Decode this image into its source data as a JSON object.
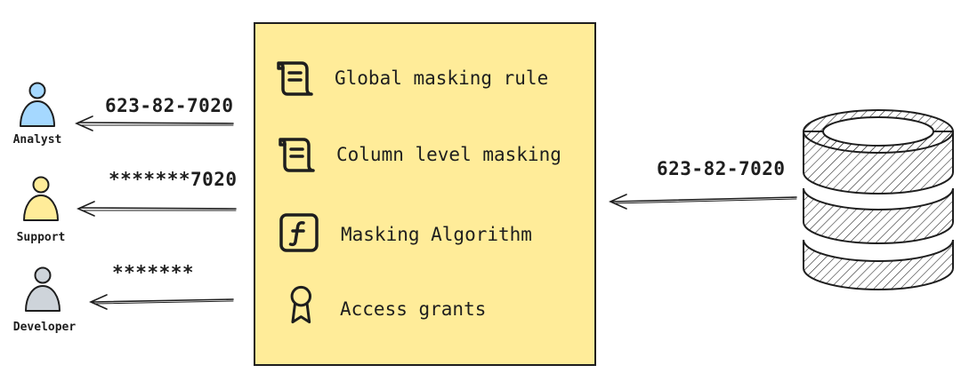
{
  "users": [
    {
      "name": "Analyst",
      "color": "#a5d8ff",
      "sees": "623-82-7020"
    },
    {
      "name": "Support",
      "color": "#ffec99",
      "sees": "*******7020"
    },
    {
      "name": "Developer",
      "color": "#ced4da",
      "sees": "*******"
    }
  ],
  "policy": {
    "background": "#ffec99",
    "items": [
      {
        "label": "Global masking rule",
        "icon": "scroll-icon"
      },
      {
        "label": "Column level masking",
        "icon": "scroll-icon"
      },
      {
        "label": "Masking Algorithm",
        "icon": "function-icon"
      },
      {
        "label": "Access grants",
        "icon": "award-icon"
      }
    ]
  },
  "source": {
    "value": "623-82-7020",
    "icon": "database-icon"
  }
}
